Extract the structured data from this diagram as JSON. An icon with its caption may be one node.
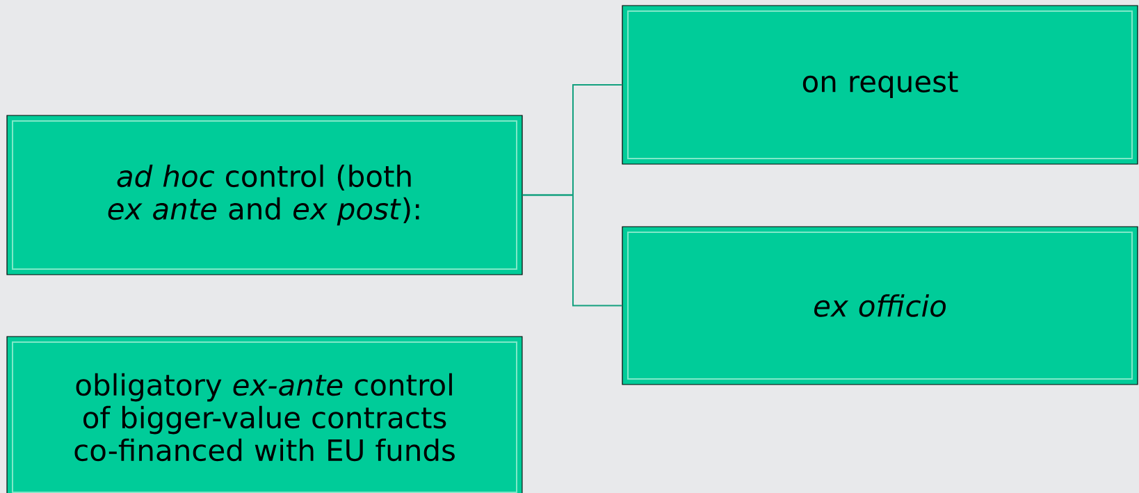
{
  "diagram": {
    "nodes": [
      {
        "text": [
          "*ad hoc* control (both *ex ante* and *ex post*):"
        ]
      },
      {
        "text": [
          "obligatory *ex-ante* control of bigger-value contracts co-financed with EU funds"
        ]
      },
      {
        "text": [
          "on request"
        ]
      },
      {
        "text": [
          "ex officio"
        ]
      }
    ],
    "edges": [
      {
        "from": 0,
        "to": 2,
        "arrow": "none"
      },
      {
        "from": 0,
        "to": 3,
        "arrow": "none"
      }
    ]
  }
}
